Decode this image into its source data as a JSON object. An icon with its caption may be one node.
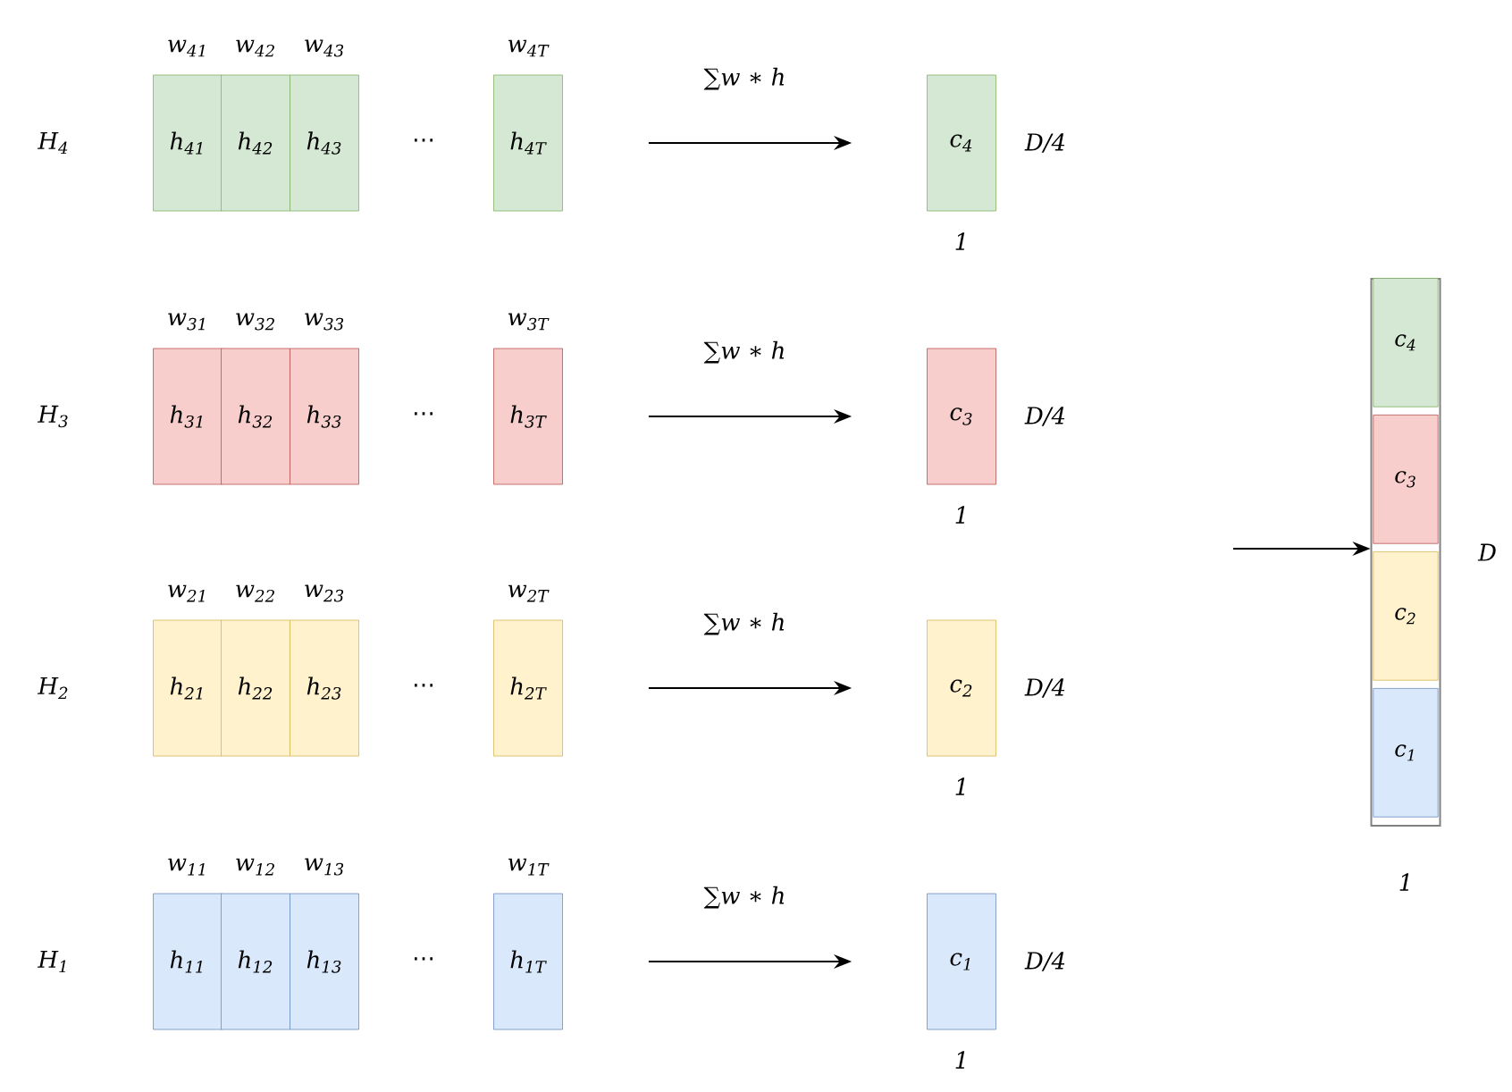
{
  "diagram": {
    "nodes": [
      {
        "text": [
          "h$_{41}$"
        ],
        "beside": [
          "w$_{41}$"
        ]
      },
      {
        "text": [
          "h$_{42}$"
        ],
        "beside": [
          "w$_{42}$"
        ]
      },
      {
        "text": [
          "h$_{43}$"
        ],
        "beside": [
          "w$_{43}$"
        ]
      },
      {
        "text": [
          "h$_{4T}$"
        ],
        "beside": [
          "w$_{4T}$"
        ]
      },
      {
        "text": [
          "c$_{4}$"
        ],
        "beside": [
          "D/4",
          "1"
        ]
      },
      {
        "text": [
          "h$_{31}$"
        ],
        "beside": [
          "w$_{31}$"
        ]
      },
      {
        "text": [
          "h$_{32}$"
        ],
        "beside": [
          "w$_{32}$"
        ]
      },
      {
        "text": [
          "h$_{33}$"
        ],
        "beside": [
          "w$_{33}$"
        ]
      },
      {
        "text": [
          "h$_{3T}$"
        ],
        "beside": [
          "w$_{3T}$"
        ]
      },
      {
        "text": [
          "c$_{3}$"
        ],
        "beside": [
          "D/4",
          "1"
        ]
      },
      {
        "text": [
          "h$_{21}$"
        ],
        "beside": [
          "w$_{21}$"
        ]
      },
      {
        "text": [
          "h$_{22}$"
        ],
        "beside": [
          "w$_{22}$"
        ]
      },
      {
        "text": [
          "h$_{23}$"
        ],
        "beside": [
          "w$_{23}$"
        ]
      },
      {
        "text": [
          "h$_{2T}$"
        ],
        "beside": [
          "w$_{2T}$"
        ]
      },
      {
        "text": [
          "c$_{2}$"
        ],
        "beside": [
          "D/4",
          "1"
        ]
      },
      {
        "text": [
          "h$_{11}$"
        ],
        "beside": [
          "w$_{11}$"
        ]
      },
      {
        "text": [
          "h$_{12}$"
        ],
        "beside": [
          "w$_{12}$"
        ]
      },
      {
        "text": [
          "h$_{13}$"
        ],
        "beside": [
          "w$_{13}$"
        ]
      },
      {
        "text": [
          "h$_{1T}$"
        ],
        "beside": [
          "w$_{1T}$"
        ]
      },
      {
        "text": [
          "c$_{1}$"
        ],
        "beside": [
          "D/4",
          "1"
        ]
      },
      {
        "text": [],
        "shape": "box",
        "beside": [
          "D",
          "1"
        ]
      },
      {
        "text": [
          "c$_{4}$"
        ],
        "in": 20
      },
      {
        "text": [
          "c$_{3}$"
        ],
        "in": 20
      },
      {
        "text": [
          "c$_{2}$"
        ],
        "in": 20
      },
      {
        "text": [
          "c$_{1}$"
        ],
        "in": 20
      }
    ],
    "edges": [
      {
        "from": 3,
        "to": 4,
        "arrow": "to",
        "label": "∑w ∗ h"
      },
      {
        "from": 8,
        "to": 9,
        "arrow": "to",
        "label": "∑w ∗ h"
      },
      {
        "from": 13,
        "to": 14,
        "arrow": "to",
        "label": "∑w ∗ h"
      },
      {
        "from": 18,
        "to": 19,
        "arrow": "to",
        "label": "∑w ∗ h"
      },
      {
        "from": null,
        "to": 20,
        "arrow": "to"
      }
    ],
    "labels": [
      "H$_{4}$",
      "⋯",
      "H$_{3}$",
      "⋯",
      "H$_{2}$",
      "⋯",
      "H$_{1}$",
      "⋯"
    ]
  }
}
